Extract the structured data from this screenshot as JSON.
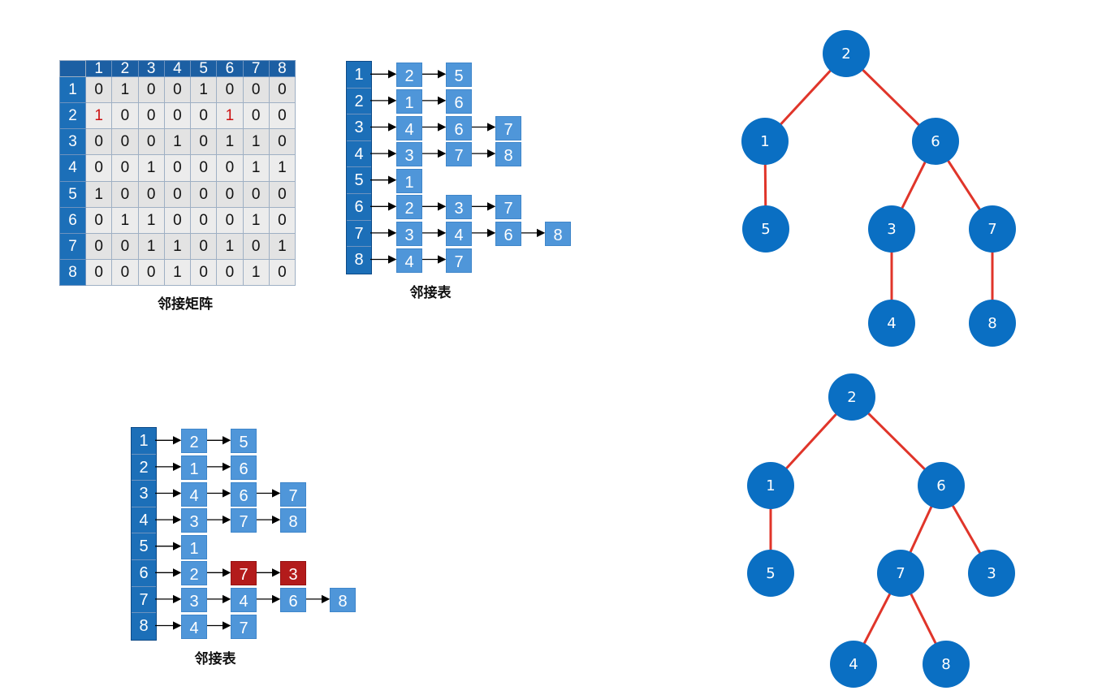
{
  "colors": {
    "header_blue": "#1c6fb8",
    "node_blue": "#4f96d9",
    "tree_node": "#0a6fc3",
    "edge_red": "#e0352a",
    "highlight_red": "#b31b1b"
  },
  "matrix": {
    "caption": "邻接矩阵",
    "col_headers": [
      "1",
      "2",
      "3",
      "4",
      "5",
      "6",
      "7",
      "8"
    ],
    "row_headers": [
      "1",
      "2",
      "3",
      "4",
      "5",
      "6",
      "7",
      "8"
    ],
    "rows": [
      [
        "0",
        "1",
        "0",
        "0",
        "1",
        "0",
        "0",
        "0"
      ],
      [
        "1",
        "0",
        "0",
        "0",
        "0",
        "1",
        "0",
        "0"
      ],
      [
        "0",
        "0",
        "0",
        "1",
        "0",
        "1",
        "1",
        "0"
      ],
      [
        "0",
        "0",
        "1",
        "0",
        "0",
        "0",
        "1",
        "1"
      ],
      [
        "1",
        "0",
        "0",
        "0",
        "0",
        "0",
        "0",
        "0"
      ],
      [
        "0",
        "1",
        "1",
        "0",
        "0",
        "0",
        "1",
        "0"
      ],
      [
        "0",
        "0",
        "1",
        "1",
        "0",
        "1",
        "0",
        "1"
      ],
      [
        "0",
        "0",
        "0",
        "1",
        "0",
        "0",
        "1",
        "0"
      ]
    ],
    "highlighted_cells": [
      [
        1,
        0
      ],
      [
        1,
        5
      ]
    ]
  },
  "list_top": {
    "caption": "邻接表",
    "index": [
      "1",
      "2",
      "3",
      "4",
      "5",
      "6",
      "7",
      "8"
    ],
    "rows": [
      [
        "2",
        "5"
      ],
      [
        "1",
        "6"
      ],
      [
        "4",
        "6",
        "7"
      ],
      [
        "3",
        "7",
        "8"
      ],
      [
        "1"
      ],
      [
        "2",
        "3",
        "7"
      ],
      [
        "3",
        "4",
        "6",
        "8"
      ],
      [
        "4",
        "7"
      ]
    ],
    "highlighted": []
  },
  "list_bottom": {
    "caption": "邻接表",
    "index": [
      "1",
      "2",
      "3",
      "4",
      "5",
      "6",
      "7",
      "8"
    ],
    "rows": [
      [
        "2",
        "5"
      ],
      [
        "1",
        "6"
      ],
      [
        "4",
        "6",
        "7"
      ],
      [
        "3",
        "7",
        "8"
      ],
      [
        "1"
      ],
      [
        "2",
        "7",
        "3"
      ],
      [
        "3",
        "4",
        "6",
        "8"
      ],
      [
        "4",
        "7"
      ]
    ],
    "highlighted": [
      [
        5,
        1
      ],
      [
        5,
        2
      ]
    ]
  },
  "tree_top": {
    "nodes": [
      {
        "id": "a",
        "label": "2"
      },
      {
        "id": "b",
        "label": "1"
      },
      {
        "id": "c",
        "label": "6"
      },
      {
        "id": "d",
        "label": "5"
      },
      {
        "id": "e",
        "label": "3"
      },
      {
        "id": "f",
        "label": "7"
      },
      {
        "id": "g",
        "label": "4"
      },
      {
        "id": "h",
        "label": "8"
      }
    ],
    "edges": [
      [
        "a",
        "b"
      ],
      [
        "a",
        "c"
      ],
      [
        "b",
        "d"
      ],
      [
        "c",
        "e"
      ],
      [
        "c",
        "f"
      ],
      [
        "e",
        "g"
      ],
      [
        "f",
        "h"
      ]
    ]
  },
  "tree_bottom": {
    "nodes": [
      {
        "id": "a",
        "label": "2"
      },
      {
        "id": "b",
        "label": "1"
      },
      {
        "id": "c",
        "label": "6"
      },
      {
        "id": "d",
        "label": "5"
      },
      {
        "id": "e",
        "label": "7"
      },
      {
        "id": "f",
        "label": "3"
      },
      {
        "id": "g",
        "label": "4"
      },
      {
        "id": "h",
        "label": "8"
      }
    ],
    "edges": [
      [
        "a",
        "b"
      ],
      [
        "a",
        "c"
      ],
      [
        "b",
        "d"
      ],
      [
        "c",
        "e"
      ],
      [
        "c",
        "f"
      ],
      [
        "e",
        "g"
      ],
      [
        "e",
        "h"
      ]
    ]
  }
}
